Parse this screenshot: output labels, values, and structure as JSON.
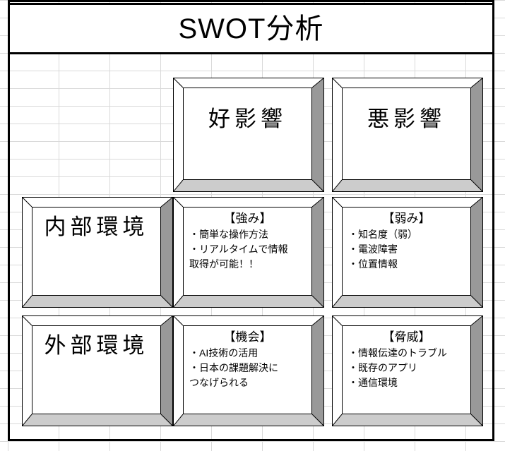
{
  "document": {
    "title": "SWOT分析",
    "app_background": "spreadsheet-grid"
  },
  "matrix": {
    "column_headers": [
      {
        "id": "positive",
        "label": "好影響"
      },
      {
        "id": "negative",
        "label": "悪影響"
      }
    ],
    "row_headers": [
      {
        "id": "internal",
        "label": "内部環境"
      },
      {
        "id": "external",
        "label": "外部環境"
      }
    ],
    "quadrants": [
      {
        "id": "strengths",
        "title": "【強み】",
        "items": [
          "・簡単な操作方法",
          "・リアルタイムで情報",
          "取得が可能！！"
        ]
      },
      {
        "id": "weaknesses",
        "title": "【弱み】",
        "items": [
          "・知名度（弱）",
          "・電波障害",
          "・位置情報"
        ]
      },
      {
        "id": "opportunities",
        "title": "【機会】",
        "items": [
          "・AI技術の活用",
          "・日本の課題解決に",
          "つなげられる"
        ]
      },
      {
        "id": "threats",
        "title": "【脅威】",
        "items": [
          "・情報伝達のトラブル",
          "・既存のアプリ",
          "・通信環境"
        ]
      }
    ]
  },
  "style": {
    "bevel_top": "#ffffff",
    "bevel_left": "#ffffff",
    "bevel_right": "#999999",
    "bevel_bottom": "#cccccc",
    "outline": "#000000",
    "grid_line": "#d9d9d9",
    "paper": "#ffffff"
  }
}
